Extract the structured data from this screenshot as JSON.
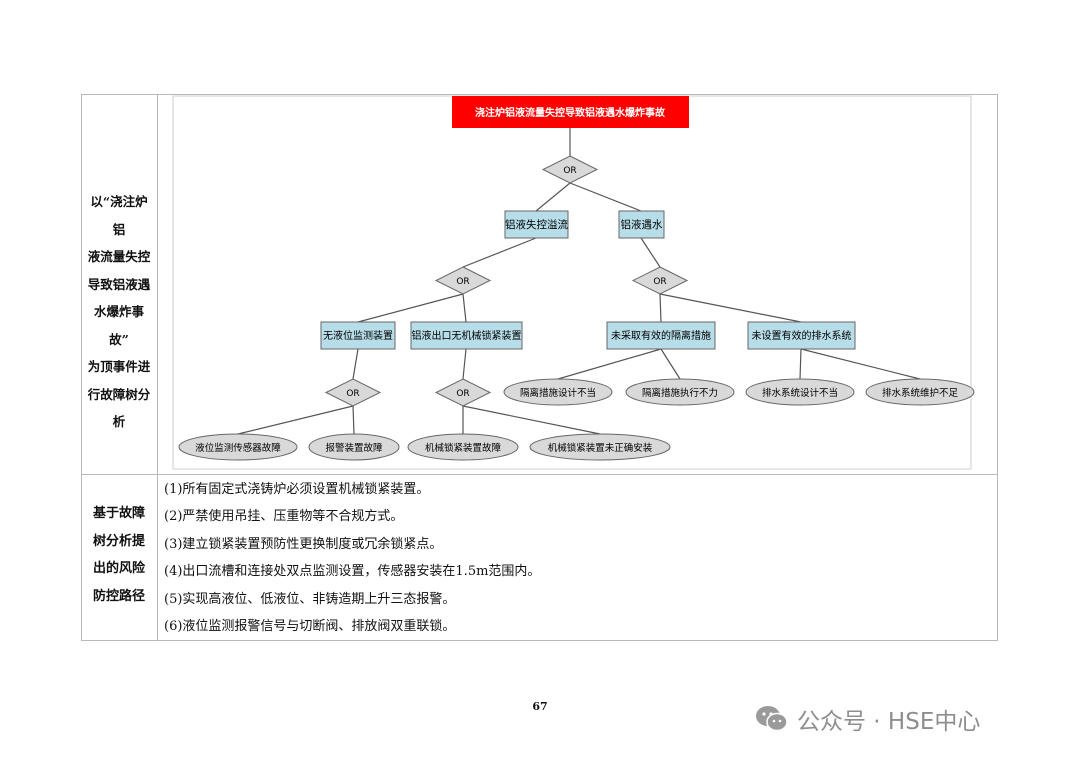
{
  "table": {
    "row1_label": [
      "以“浇注炉铝",
      "液流量失控",
      "导致铝液遇",
      "水爆炸事故”",
      "为顶事件进",
      "行故障树分",
      "析"
    ],
    "row2_label": [
      "基于故障",
      "树分析提",
      "出的风险",
      "防控路径"
    ]
  },
  "fault_tree": {
    "top_event": "浇注炉铝液流量失控导致铝液遇水爆炸事故",
    "gate_label": "OR",
    "mid_events": [
      "铝液失控溢流",
      "铝液遇水"
    ],
    "sub_events": [
      "无液位监测装置",
      "铝液出口无机械锁紧装置",
      "未采取有效的隔离措施",
      "未设置有效的排水系统"
    ],
    "basic_events": [
      "液位监测传感器故障",
      "报警装置故障",
      "机械锁紧装置故障",
      "机械锁紧装置未正确安装",
      "隔离措施设计不当",
      "隔离措施执行不力",
      "排水系统设计不当",
      "排水系统维护不足"
    ],
    "colors": {
      "top_fill": "#ff0000",
      "event_fill": "#b7dde8",
      "gate_fill": "#d9d9d9",
      "basic_fill": "#d9d9d9"
    }
  },
  "measures": [
    "(1)所有固定式浇铸炉必须设置机械锁紧装置。",
    "(2)严禁使用吊挂、压重物等不合规方式。",
    "(3)建立锁紧装置预防性更换制度或冗余锁紧点。",
    "(4)出口流槽和连接处双点监测设置，传感器安装在1.5m范围内。",
    "(5)实现高液位、低液位、非铸造期上升三态报警。",
    "(6)液位监测报警信号与切断阀、排放阀双重联锁。"
  ],
  "page_number": "67",
  "watermark": {
    "icon": "wechat-icon",
    "text": "公众号 · HSE中心"
  }
}
